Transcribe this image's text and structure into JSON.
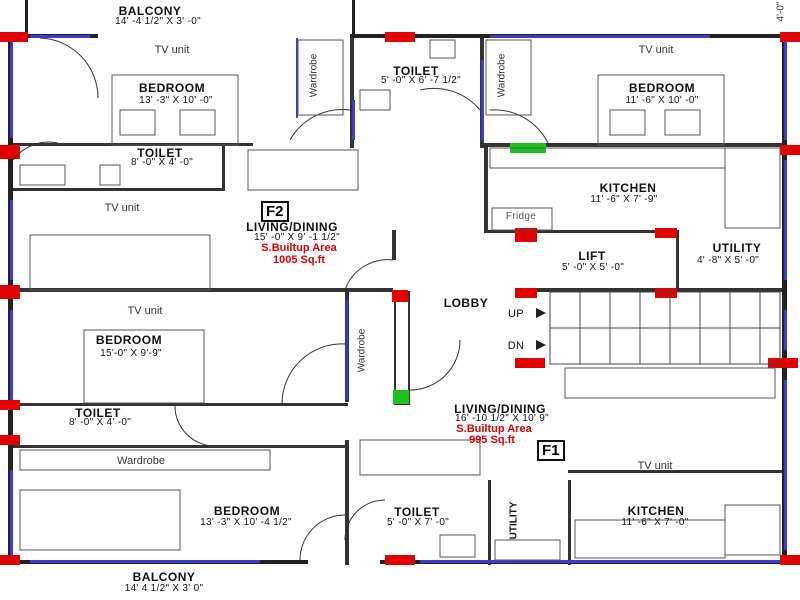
{
  "plan": {
    "balcony_top": {
      "name": "BALCONY",
      "size": "14' -4 1/2\" X 3' -0\""
    },
    "bedroom_f2_a": {
      "name": "BEDROOM",
      "size": "13' -3\" X 10' -0\""
    },
    "toilet_f2_a": {
      "name": "TOILET",
      "size": "5' -0\" X 6' -7 1/2\""
    },
    "bedroom_f2_b": {
      "name": "BEDROOM",
      "size": "11' -6\" X 10' -0\""
    },
    "toilet_f2_b": {
      "name": "TOILET",
      "size": "8' -0\" X 4' -0\""
    },
    "kitchen_f2": {
      "name": "KITCHEN",
      "size": "11' -6\" X 7' -9\""
    },
    "living_f2": {
      "name": "LIVING/DINING",
      "size": "15' -0\" X 9' -1 1/2\"",
      "area_label": "S.Builtup Area",
      "area": "1005 Sq.ft"
    },
    "lift": {
      "name": "LIFT",
      "size": "5' -0\" X 5' -0\""
    },
    "utility_f2": {
      "name": "UTILITY",
      "size": "4' -8\" X 5' -0\""
    },
    "lobby": {
      "name": "LOBBY"
    },
    "stairs": {
      "up": "UP",
      "dn": "DN"
    },
    "bedroom_f1_a": {
      "name": "BEDROOM",
      "size": "15'-0\" X 9'-9\""
    },
    "toilet_f1_a": {
      "name": "TOILET",
      "size": "8' -0\" X 4' -0\""
    },
    "living_f1": {
      "name": "LIVING/DINING",
      "size": "16' -10 1/2\" X 10' 9\"",
      "area_label": "S.Builtup Area",
      "area": "995 Sq.ft"
    },
    "bedroom_f1_b": {
      "name": "BEDROOM",
      "size": "13' -3\" X 10' -4 1/2\""
    },
    "toilet_f1_b": {
      "name": "TOILET",
      "size": "5' -0\" X 7' -0\""
    },
    "kitchen_f1": {
      "name": "KITCHEN",
      "size": "11' -6\" X 7' -0\""
    },
    "utility_f1": {
      "name": "UTILITY"
    },
    "balcony_bottom": {
      "name": "BALCONY",
      "size": "14' 4 1/2\" X 3' 0\""
    },
    "flat_f2": "F2",
    "flat_f1": "F1",
    "tv_unit": "TV unit",
    "wardrobe": "Wardrobe",
    "fridge": "Fridge",
    "corner_dim": "4'-0\""
  },
  "colors": {
    "wall": "#222222",
    "window": "#3b3bd6",
    "column_red": "#e00000",
    "column_green": "#1ec21e",
    "area_text": "#d40000"
  }
}
